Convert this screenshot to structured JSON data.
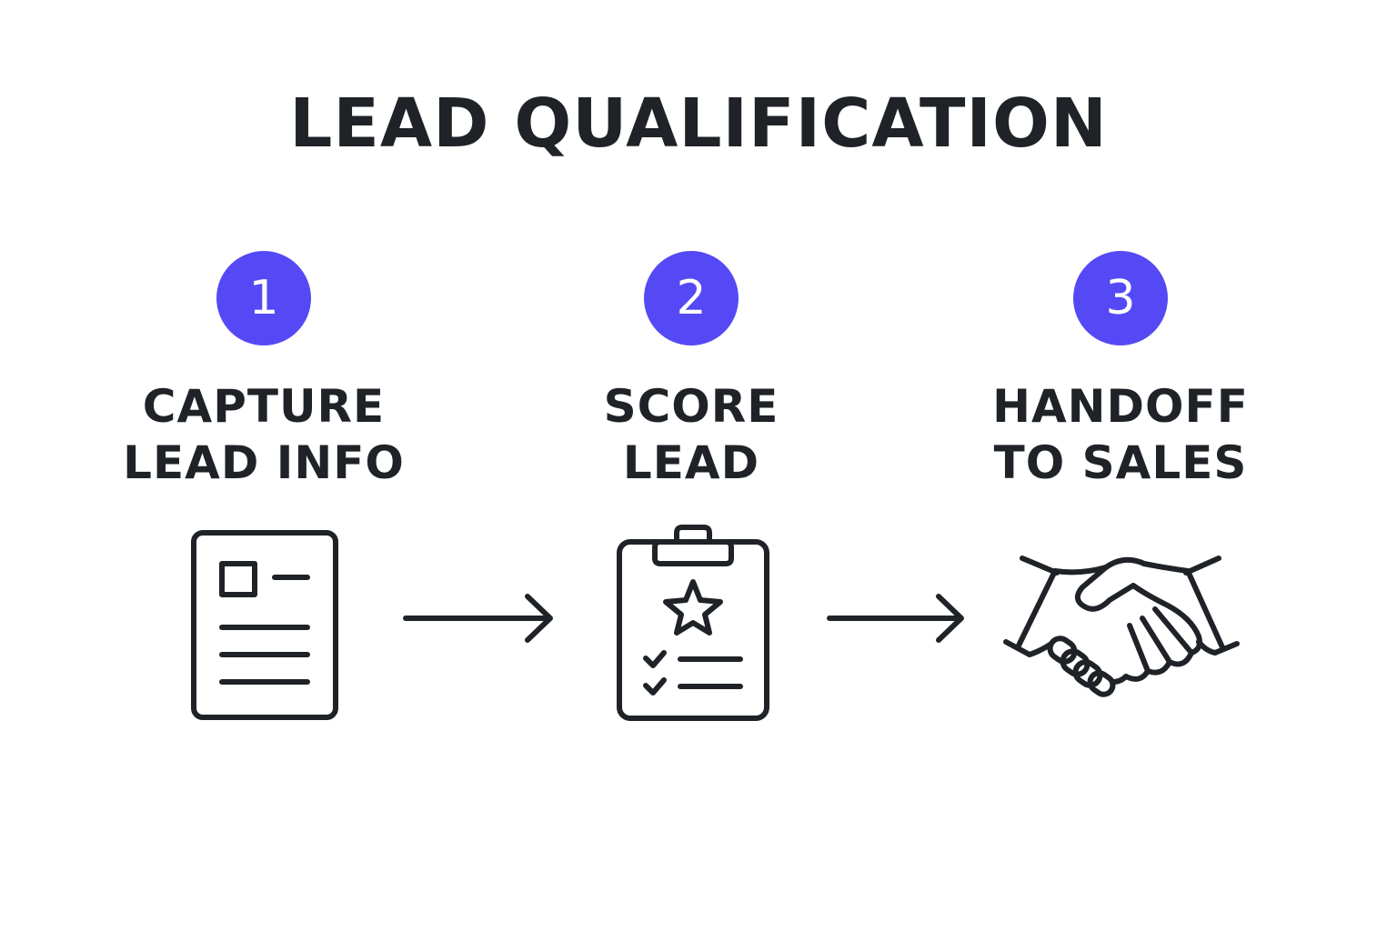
{
  "title": "LEAD QUALIFICATION",
  "accent_color": "#5549F5",
  "ink_color": "#1f2328",
  "steps": [
    {
      "number": "1",
      "label_lines": [
        "CAPTURE",
        "LEAD INFO"
      ],
      "icon": "document-form-icon"
    },
    {
      "number": "2",
      "label_lines": [
        "SCORE",
        "LEAD"
      ],
      "icon": "clipboard-star-checklist-icon"
    },
    {
      "number": "3",
      "label_lines": [
        "HANDOFF",
        "TO SALES"
      ],
      "icon": "handshake-icon"
    }
  ],
  "connectors": [
    "arrow-right-icon",
    "arrow-right-icon"
  ]
}
